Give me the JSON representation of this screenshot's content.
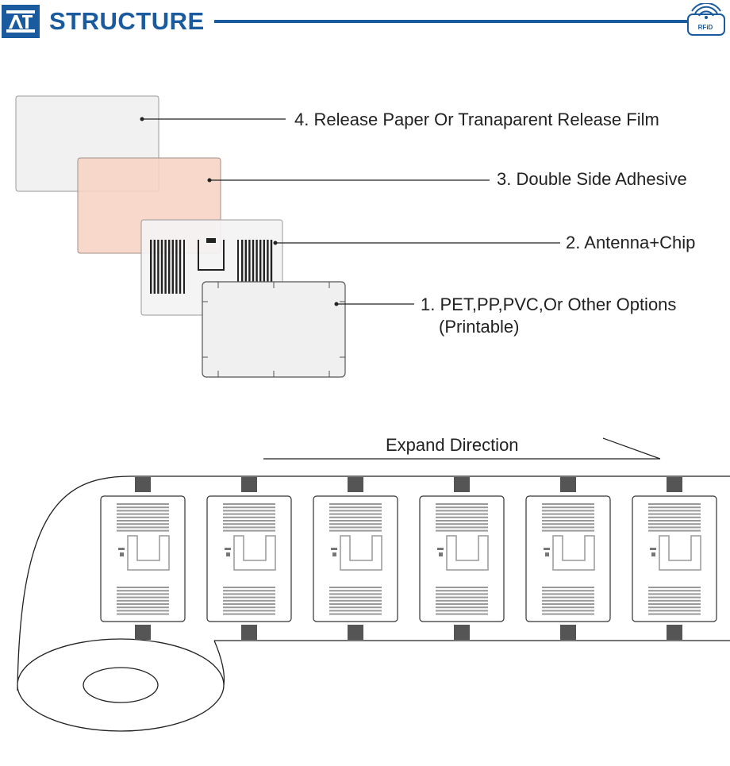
{
  "header": {
    "title": "STRUCTURE",
    "badge_text": "RFiD",
    "accent_color": "#1a5a9e",
    "logo_icon": "company-logo-icon",
    "badge_icon": "rfid-wireless-icon"
  },
  "layers": [
    {
      "number": "4.",
      "label": "Release Paper Or Tranaparent Release Film",
      "fill": "#eeeeee"
    },
    {
      "number": "3.",
      "label": "Double Side Adhesive",
      "fill": "#f6d3c3"
    },
    {
      "number": "2.",
      "label": "Antenna+Chip",
      "fill": "#f3f3f3"
    },
    {
      "number": "1.",
      "label": "PET,PP,PVC,Or Other Options",
      "sublabel": "(Printable)",
      "fill": "#f0f0f0"
    }
  ],
  "roll": {
    "direction_label": "Expand Direction",
    "tag_count": 6
  }
}
